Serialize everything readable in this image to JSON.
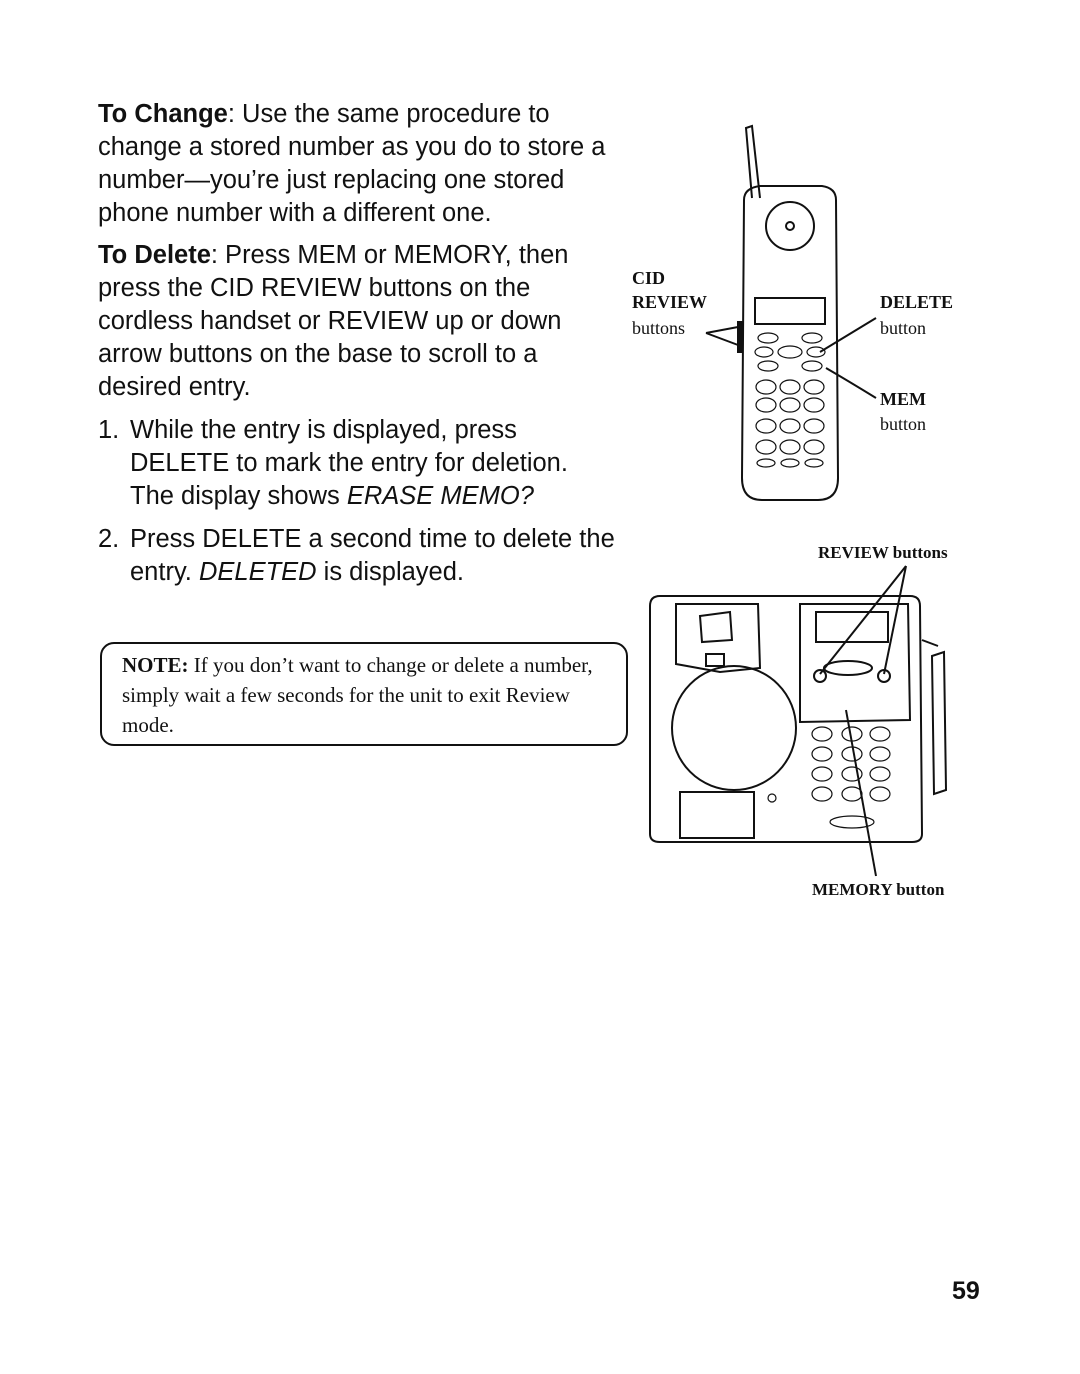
{
  "to_change": {
    "heading": "To Change",
    "body": ": Use the same procedure to change a stored number as you do to store a number—you’re just replacing one stored phone number with a different one."
  },
  "to_delete": {
    "heading": "To Delete",
    "body": ": Press MEM or MEMORY, then press the CID REVIEW buttons on the cordless handset or REVIEW up or down arrow buttons on the base to scroll to a desired entry."
  },
  "steps": [
    {
      "num": "1.",
      "pre": "While the entry is displayed, press DELETE to mark the entry for deletion. The display shows ",
      "emph": "ERASE MEMO?",
      "post": ""
    },
    {
      "num": "2.",
      "pre": "Press DELETE a second time to delete the entry. ",
      "emph": "DELETED",
      "post": " is displayed."
    }
  ],
  "note": {
    "label": "NOTE:",
    "text": " If you don’t want to change or delete a number, simply wait a few seconds for the unit to exit Review mode."
  },
  "callouts": {
    "cid": "CID",
    "review": "REVIEW",
    "buttons": "buttons",
    "delete": "DELETE",
    "delete_button": "button",
    "mem": "MEM",
    "mem_button": "button",
    "review_buttons": "REVIEW buttons",
    "memory_button": "MEMORY button"
  },
  "page_number": "59"
}
